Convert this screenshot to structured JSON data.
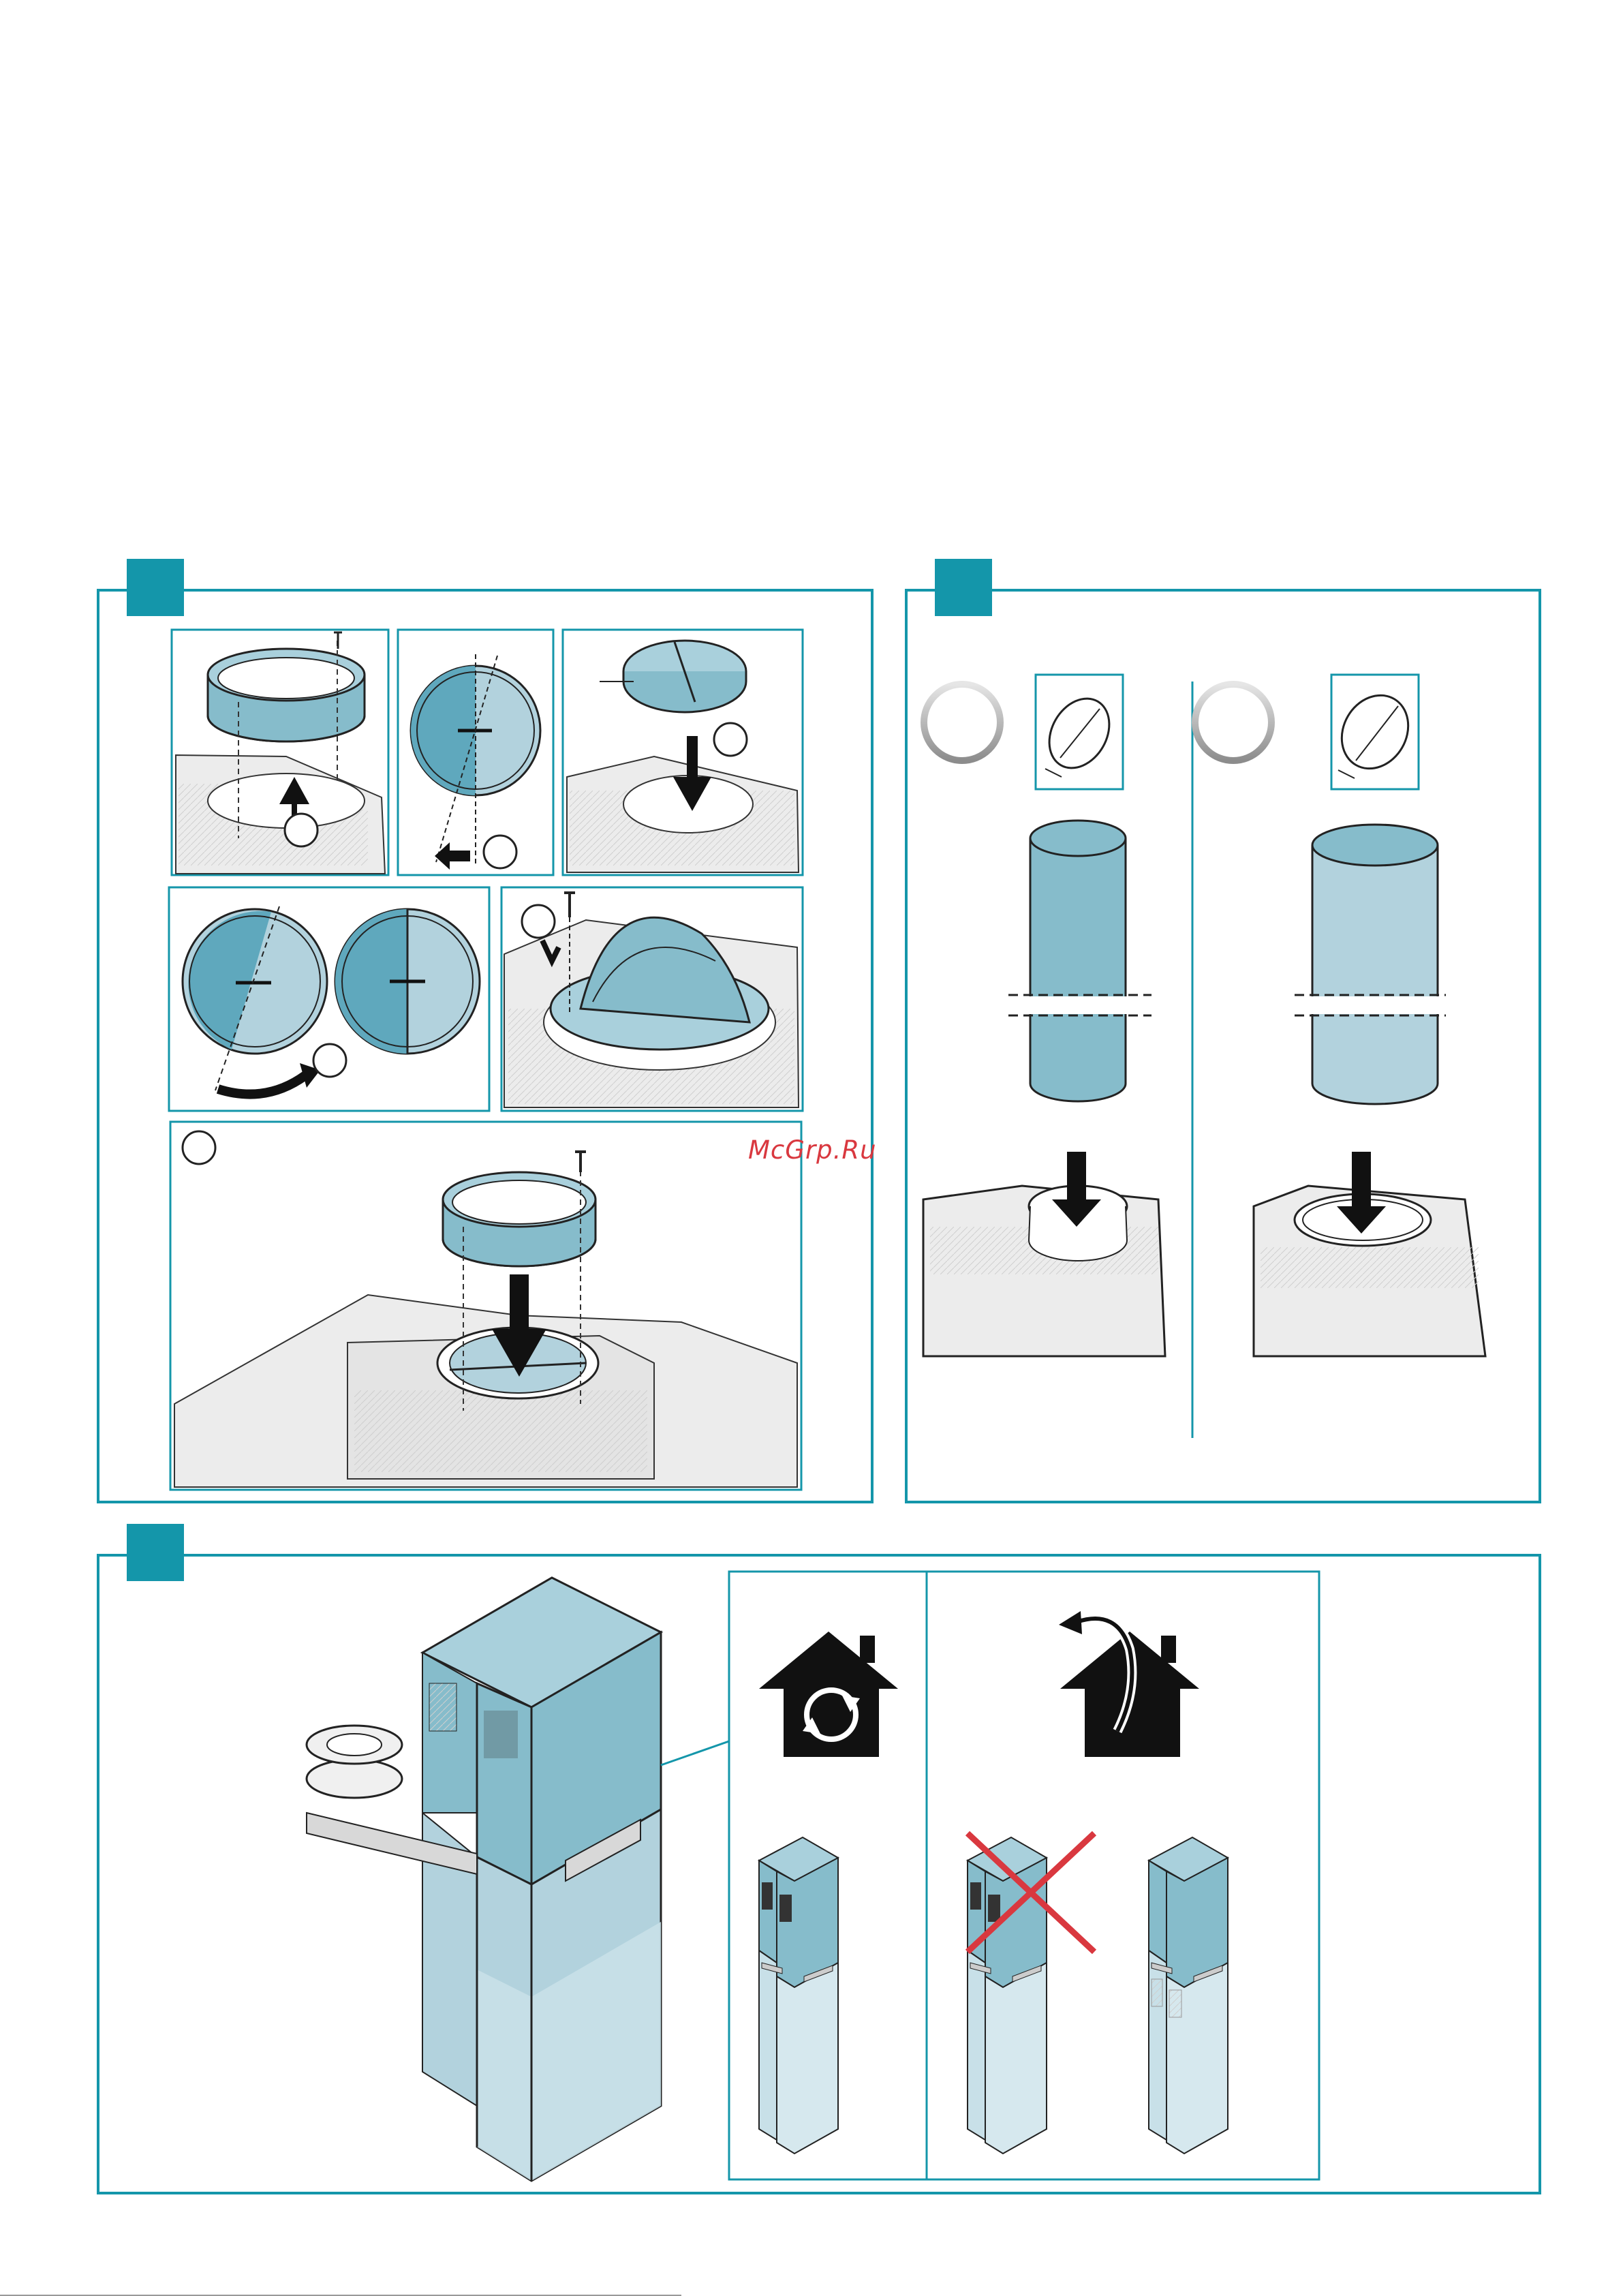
{
  "document": {
    "type": "installation-instructions",
    "accent_color": "#1496aa",
    "part_color": "#86bccb",
    "part_light_color": "#b2d2dd",
    "warning_color": "#d9383f",
    "watermark": "McGrp.Ru"
  },
  "section_a": {
    "marker": "teal-square",
    "steps": [
      "rim-removal",
      "flap-pin-removal",
      "flap-insert",
      "flap-rotate",
      "flap-screw",
      "rim-refit"
    ]
  },
  "section_b": {
    "marker": "teal-square",
    "options": [
      {
        "ring": "grey-ring-icon",
        "diameter_icon": "diameter-icon",
        "pipe": "narrow"
      },
      {
        "ring": "grey-ring-icon",
        "diameter_icon": "diameter-icon",
        "pipe": "wide"
      }
    ]
  },
  "section_c": {
    "marker": "teal-square",
    "modes": [
      {
        "icon": "house-recirculation-icon",
        "variants": [
          "chimney-vents-up"
        ]
      },
      {
        "icon": "house-extraction-icon",
        "variants": [
          "chimney-vents-up-crossed",
          "chimney-vents-down"
        ]
      }
    ]
  }
}
